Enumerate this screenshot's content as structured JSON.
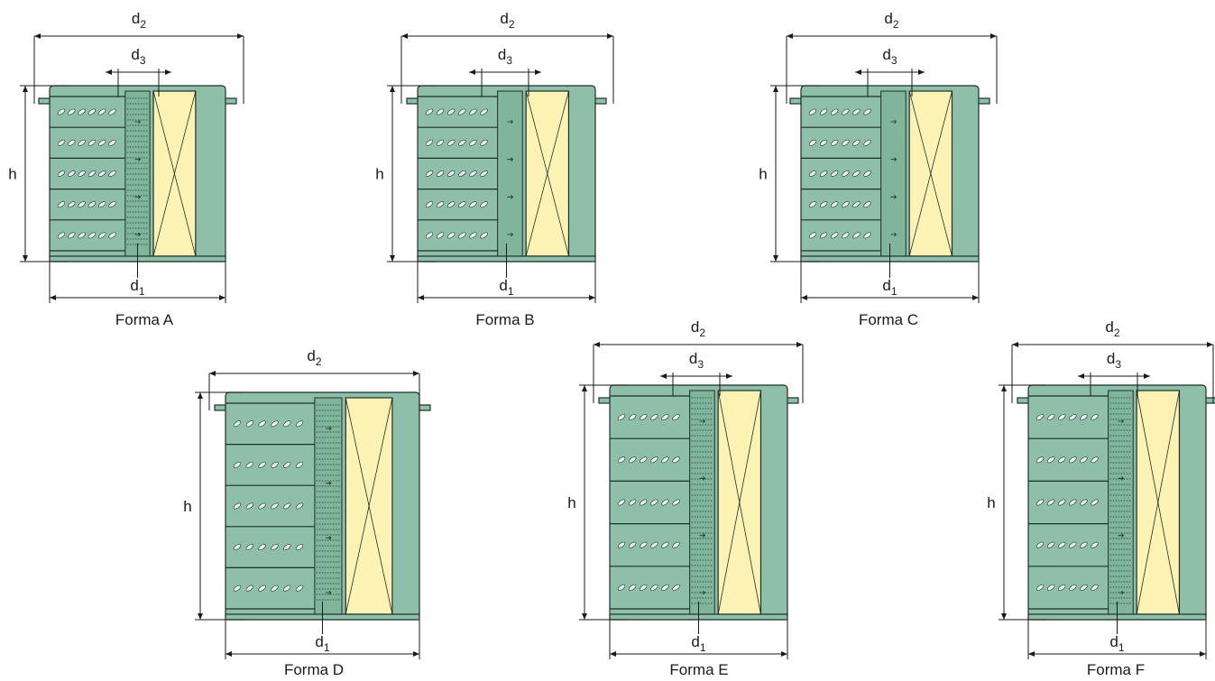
{
  "labels": {
    "d1_base": "d",
    "d1_sub": "1",
    "d2_base": "d",
    "d2_sub": "2",
    "d3_base": "d",
    "d3_sub": "3",
    "h": "h"
  },
  "forms": [
    {
      "id": "A",
      "caption": "Forma A",
      "flange": true,
      "d3": true,
      "mesh": true
    },
    {
      "id": "B",
      "caption": "Forma B",
      "flange": true,
      "d3": true,
      "mesh": false
    },
    {
      "id": "C",
      "caption": "Forma C",
      "flange": true,
      "d3": true,
      "mesh": false
    },
    {
      "id": "D",
      "caption": "Forma D",
      "flange": true,
      "d3": false,
      "mesh": true
    },
    {
      "id": "E",
      "caption": "Forma E",
      "flange": true,
      "d3": true,
      "mesh": true
    },
    {
      "id": "F",
      "caption": "Forma F",
      "flange": true,
      "d3": true,
      "mesh": true
    }
  ],
  "colors": {
    "body": "#8ebfa8",
    "media": "#fbf2b4",
    "line": "#1f2f2a"
  }
}
